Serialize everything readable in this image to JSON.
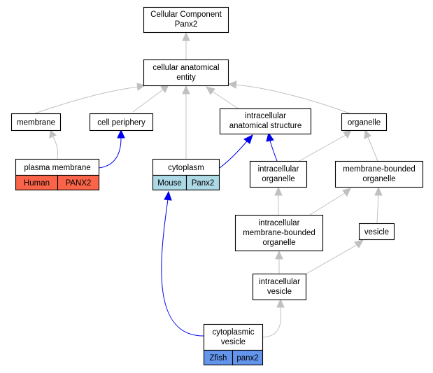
{
  "nodes": {
    "root": {
      "lines": [
        "Cellular Component",
        "Panx2"
      ]
    },
    "cae": {
      "lines": [
        "cellular anatomical",
        "entity"
      ]
    },
    "membrane": {
      "lines": [
        "membrane"
      ]
    },
    "periphery": {
      "lines": [
        "cell periphery"
      ]
    },
    "ias": {
      "lines": [
        "intracellular",
        "anatomical structure"
      ]
    },
    "organelle": {
      "lines": [
        "organelle"
      ]
    },
    "plasma": {
      "lines": [
        "plasma membrane"
      ]
    },
    "cytoplasm": {
      "lines": [
        "cytoplasm"
      ]
    },
    "iorg": {
      "lines": [
        "intracellular",
        "organelle"
      ]
    },
    "mbo": {
      "lines": [
        "membrane-bounded",
        "organelle"
      ]
    },
    "imbo": {
      "lines": [
        "intracellular",
        "membrane-bounded",
        "organelle"
      ]
    },
    "vesicle": {
      "lines": [
        "vesicle"
      ]
    },
    "ives": {
      "lines": [
        "intracellular",
        "vesicle"
      ]
    },
    "cves": {
      "lines": [
        "cytoplasmic",
        "vesicle"
      ]
    }
  },
  "annotations": {
    "plasma": {
      "species": "Human",
      "gene": "PANX2",
      "color": "#fa6449"
    },
    "cytoplasm": {
      "species": "Mouse",
      "gene": "Panx2",
      "color": "#add8e6"
    },
    "cves": {
      "species": "Zfish",
      "gene": "panx2",
      "color": "#6495ed"
    }
  },
  "edges": [
    {
      "from": "cae",
      "to": "root",
      "relation": "is_a",
      "color": "#c0c0c0"
    },
    {
      "from": "membrane",
      "to": "cae",
      "relation": "is_a",
      "color": "#c0c0c0"
    },
    {
      "from": "periphery",
      "to": "cae",
      "relation": "is_a",
      "color": "#c0c0c0"
    },
    {
      "from": "cytoplasm",
      "to": "cae",
      "relation": "is_a",
      "color": "#c0c0c0"
    },
    {
      "from": "ias",
      "to": "cae",
      "relation": "is_a",
      "color": "#c0c0c0"
    },
    {
      "from": "organelle",
      "to": "cae",
      "relation": "is_a",
      "color": "#c0c0c0"
    },
    {
      "from": "plasma",
      "to": "membrane",
      "relation": "is_a",
      "color": "#c0c0c0"
    },
    {
      "from": "plasma",
      "to": "periphery",
      "relation": "part_of",
      "color": "#0000ee"
    },
    {
      "from": "cytoplasm",
      "to": "ias",
      "relation": "part_of",
      "color": "#0000ee"
    },
    {
      "from": "iorg",
      "to": "ias",
      "relation": "part_of",
      "color": "#0000ee"
    },
    {
      "from": "iorg",
      "to": "organelle",
      "relation": "is_a",
      "color": "#c0c0c0"
    },
    {
      "from": "mbo",
      "to": "organelle",
      "relation": "is_a",
      "color": "#c0c0c0"
    },
    {
      "from": "imbo",
      "to": "iorg",
      "relation": "is_a",
      "color": "#c0c0c0"
    },
    {
      "from": "imbo",
      "to": "mbo",
      "relation": "is_a",
      "color": "#c0c0c0"
    },
    {
      "from": "vesicle",
      "to": "mbo",
      "relation": "is_a",
      "color": "#c0c0c0"
    },
    {
      "from": "ives",
      "to": "imbo",
      "relation": "is_a",
      "color": "#c0c0c0"
    },
    {
      "from": "ives",
      "to": "vesicle",
      "relation": "is_a",
      "color": "#c0c0c0"
    },
    {
      "from": "cves",
      "to": "ives",
      "relation": "is_a",
      "color": "#c0c0c0"
    },
    {
      "from": "cves",
      "to": "cytoplasm",
      "relation": "part_of",
      "color": "#0000ee"
    }
  ]
}
